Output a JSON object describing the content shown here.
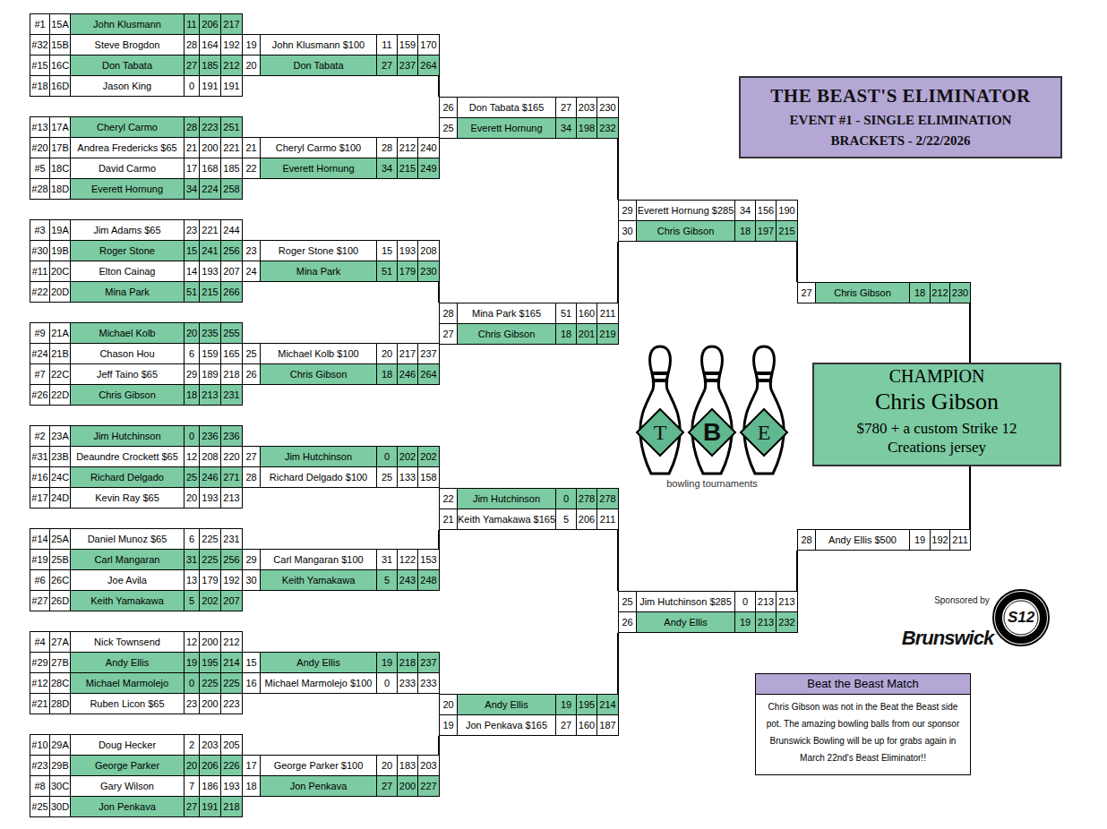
{
  "diagram": {
    "nodes": [
      {
        "text": [
          "#1",
          "15A",
          "John Klusmann",
          "11",
          "206",
          "217"
        ]
      },
      {
        "text": [
          "#32",
          "15B",
          "Steve Brogdon",
          "28",
          "164",
          "192"
        ]
      },
      {
        "text": [
          "#15",
          "16C",
          "Don Tabata",
          "27",
          "185",
          "212"
        ]
      },
      {
        "text": [
          "#18",
          "16D",
          "Jason King",
          "0",
          "191",
          "191"
        ]
      },
      {
        "text": [
          "#13",
          "17A",
          "Cheryl Carmo",
          "28",
          "223",
          "251"
        ]
      },
      {
        "text": [
          "#20",
          "17B",
          "Andrea Fredericks $65",
          "21",
          "200",
          "221"
        ]
      },
      {
        "text": [
          "#5",
          "18C",
          "David Carmo",
          "17",
          "168",
          "185"
        ]
      },
      {
        "text": [
          "#28",
          "18D",
          "Everett Hornung",
          "34",
          "224",
          "258"
        ]
      },
      {
        "text": [
          "#3",
          "19A",
          "Jim Adams $65",
          "23",
          "221",
          "244"
        ]
      },
      {
        "text": [
          "#30",
          "19B",
          "Roger Stone",
          "15",
          "241",
          "256"
        ]
      },
      {
        "text": [
          "#11",
          "20C",
          "Elton Cainag",
          "14",
          "193",
          "207"
        ]
      },
      {
        "text": [
          "#22",
          "20D",
          "Mina Park",
          "51",
          "215",
          "266"
        ]
      },
      {
        "text": [
          "#9",
          "21A",
          "Michael Kolb",
          "20",
          "235",
          "255"
        ]
      },
      {
        "text": [
          "#24",
          "21B",
          "Chason Hou",
          "6",
          "159",
          "165"
        ]
      },
      {
        "text": [
          "#7",
          "22C",
          "Jeff Taino $65",
          "29",
          "189",
          "218"
        ]
      },
      {
        "text": [
          "#26",
          "22D",
          "Chris Gibson",
          "18",
          "213",
          "231"
        ]
      },
      {
        "text": [
          "#2",
          "23A",
          "Jim Hutchinson",
          "0",
          "236",
          "236"
        ]
      },
      {
        "text": [
          "#31",
          "23B",
          "Deaundre Crockett $65",
          "12",
          "208",
          "220"
        ]
      },
      {
        "text": [
          "#16",
          "24C",
          "Richard Delgado",
          "25",
          "246",
          "271"
        ]
      },
      {
        "text": [
          "#17",
          "24D",
          "Kevin Ray $65",
          "20",
          "193",
          "213"
        ]
      },
      {
        "text": [
          "#14",
          "25A",
          "Daniel Munoz $65",
          "6",
          "225",
          "231"
        ]
      },
      {
        "text": [
          "#19",
          "25B",
          "Carl Mangaran",
          "31",
          "225",
          "256"
        ]
      },
      {
        "text": [
          "#6",
          "26C",
          "Joe Avila",
          "13",
          "179",
          "192"
        ]
      },
      {
        "text": [
          "#27",
          "26D",
          "Keith Yamakawa",
          "5",
          "202",
          "207"
        ]
      },
      {
        "text": [
          "#4",
          "27A",
          "Nick Townsend",
          "12",
          "200",
          "212"
        ]
      },
      {
        "text": [
          "#29",
          "27B",
          "Andy Ellis",
          "19",
          "195",
          "214"
        ]
      },
      {
        "text": [
          "#12",
          "28C",
          "Michael Marmolejo",
          "0",
          "225",
          "225"
        ]
      },
      {
        "text": [
          "#21",
          "28D",
          "Ruben Licon $65",
          "23",
          "200",
          "223"
        ]
      },
      {
        "text": [
          "#10",
          "29A",
          "Doug Hecker",
          "2",
          "203",
          "205"
        ]
      },
      {
        "text": [
          "#23",
          "29B",
          "George Parker",
          "20",
          "206",
          "226"
        ]
      },
      {
        "text": [
          "#8",
          "30C",
          "Gary Wilson",
          "7",
          "186",
          "193"
        ]
      },
      {
        "text": [
          "#25",
          "30D",
          "Jon Penkava",
          "27",
          "191",
          "218"
        ]
      },
      {
        "text": [
          "19",
          "John Klusmann $100",
          "11",
          "159",
          "170"
        ]
      },
      {
        "text": [
          "20",
          "Don Tabata",
          "27",
          "237",
          "264"
        ]
      },
      {
        "text": [
          "21",
          "Cheryl Carmo $100",
          "28",
          "212",
          "240"
        ]
      },
      {
        "text": [
          "22",
          "Everett Hornung",
          "34",
          "215",
          "249"
        ]
      },
      {
        "text": [
          "23",
          "Roger Stone $100",
          "15",
          "193",
          "208"
        ]
      },
      {
        "text": [
          "24",
          "Mina Park",
          "51",
          "179",
          "230"
        ]
      },
      {
        "text": [
          "25",
          "Michael Kolb $100",
          "20",
          "217",
          "237"
        ]
      },
      {
        "text": [
          "26",
          "Chris Gibson",
          "18",
          "246",
          "264"
        ]
      },
      {
        "text": [
          "27",
          "Jim Hutchinson",
          "0",
          "202",
          "202"
        ]
      },
      {
        "text": [
          "28",
          "Richard Delgado $100",
          "25",
          "133",
          "158"
        ]
      },
      {
        "text": [
          "29",
          "Carl Mangaran $100",
          "31",
          "122",
          "153"
        ]
      },
      {
        "text": [
          "30",
          "Keith Yamakawa",
          "5",
          "243",
          "248"
        ]
      },
      {
        "text": [
          "15",
          "Andy Ellis",
          "19",
          "218",
          "237"
        ]
      },
      {
        "text": [
          "16",
          "Michael Marmolejo $100",
          "0",
          "233",
          "233"
        ]
      },
      {
        "text": [
          "17",
          "George Parker $100",
          "20",
          "183",
          "203"
        ]
      },
      {
        "text": [
          "18",
          "Jon Penkava",
          "27",
          "200",
          "227"
        ]
      },
      {
        "text": [
          "26",
          "Don Tabata $165",
          "27",
          "203",
          "230"
        ]
      },
      {
        "text": [
          "25",
          "Everett Hornung",
          "34",
          "198",
          "232"
        ]
      },
      {
        "text": [
          "28",
          "Mina Park $165",
          "51",
          "160",
          "211"
        ]
      },
      {
        "text": [
          "27",
          "Chris Gibson",
          "18",
          "201",
          "219"
        ]
      },
      {
        "text": [
          "22",
          "Jim Hutchinson",
          "0",
          "278",
          "278"
        ]
      },
      {
        "text": [
          "21",
          "Keith Yamakawa $165",
          "5",
          "206",
          "211"
        ]
      },
      {
        "text": [
          "20",
          "Andy Ellis",
          "19",
          "195",
          "214"
        ]
      },
      {
        "text": [
          "19",
          "Jon Penkava $165",
          "27",
          "160",
          "187"
        ]
      },
      {
        "text": [
          "29",
          "Everett Hornung $285",
          "34",
          "156",
          "190"
        ]
      },
      {
        "text": [
          "30",
          "Chris Gibson",
          "18",
          "197",
          "215"
        ]
      },
      {
        "text": [
          "25",
          "Jim Hutchinson $285",
          "0",
          "213",
          "213"
        ]
      },
      {
        "text": [
          "26",
          "Andy Ellis",
          "19",
          "213",
          "232"
        ]
      },
      {
        "text": [
          "27",
          "Chris Gibson",
          "18",
          "212",
          "230"
        ]
      },
      {
        "text": [
          "28",
          "Andy Ellis $500",
          "19",
          "192",
          "211"
        ]
      },
      {
        "text": [
          "CHAMPION",
          "Chris Gibson",
          "$780 + a custom Strike 12 Creations jersey"
        ]
      },
      {
        "text": [
          "THE BEAST'S ELIMINATOR",
          "EVENT #1 - SINGLE ELIMINATION",
          "BRACKETS - 2/22/2026"
        ]
      },
      {
        "text": [
          "Beat the Beast Match",
          "Chris Gibson was not in the Beat the Beast side pot. The amazing bowling balls from our sponsor Brunswick Bowling will be up for grabs again in March 22nd's Beast Eliminator!!"
        ]
      }
    ],
    "edges": [
      {
        "from": 32,
        "to": 48,
        "arrow": "none"
      },
      {
        "from": 33,
        "to": 48,
        "arrow": "none"
      },
      {
        "from": 34,
        "to": 49,
        "arrow": "none"
      },
      {
        "from": 35,
        "to": 49,
        "arrow": "none"
      },
      {
        "from": 36,
        "to": 50,
        "arrow": "none"
      },
      {
        "from": 37,
        "to": 50,
        "arrow": "none"
      },
      {
        "from": 38,
        "to": 51,
        "arrow": "none"
      },
      {
        "from": 39,
        "to": 51,
        "arrow": "none"
      },
      {
        "from": 40,
        "to": 52,
        "arrow": "none"
      },
      {
        "from": 41,
        "to": 52,
        "arrow": "none"
      },
      {
        "from": 42,
        "to": 53,
        "arrow": "none"
      },
      {
        "from": 43,
        "to": 53,
        "arrow": "none"
      },
      {
        "from": 44,
        "to": 54,
        "arrow": "none"
      },
      {
        "from": 45,
        "to": 54,
        "arrow": "none"
      },
      {
        "from": 46,
        "to": 55,
        "arrow": "none"
      },
      {
        "from": 47,
        "to": 55,
        "arrow": "none"
      },
      {
        "from": 48,
        "to": 56,
        "arrow": "none"
      },
      {
        "from": 49,
        "to": 56,
        "arrow": "none"
      },
      {
        "from": 50,
        "to": 57,
        "arrow": "none"
      },
      {
        "from": 51,
        "to": 57,
        "arrow": "none"
      },
      {
        "from": 52,
        "to": 58,
        "arrow": "none"
      },
      {
        "from": 53,
        "to": 58,
        "arrow": "none"
      },
      {
        "from": 54,
        "to": 59,
        "arrow": "none"
      },
      {
        "from": 55,
        "to": 59,
        "arrow": "none"
      },
      {
        "from": 56,
        "to": 60,
        "arrow": "none"
      },
      {
        "from": 57,
        "to": 60,
        "arrow": "none"
      },
      {
        "from": 58,
        "to": 61,
        "arrow": "none"
      },
      {
        "from": 59,
        "to": 61,
        "arrow": "none"
      },
      {
        "from": 60,
        "to": 62,
        "arrow": "none"
      },
      {
        "from": 61,
        "to": 62,
        "arrow": "none"
      }
    ],
    "labels": [
      "T",
      "B",
      "E",
      "bowling tournaments",
      "Sponsored by",
      "Brunswick",
      "S12"
    ]
  }
}
